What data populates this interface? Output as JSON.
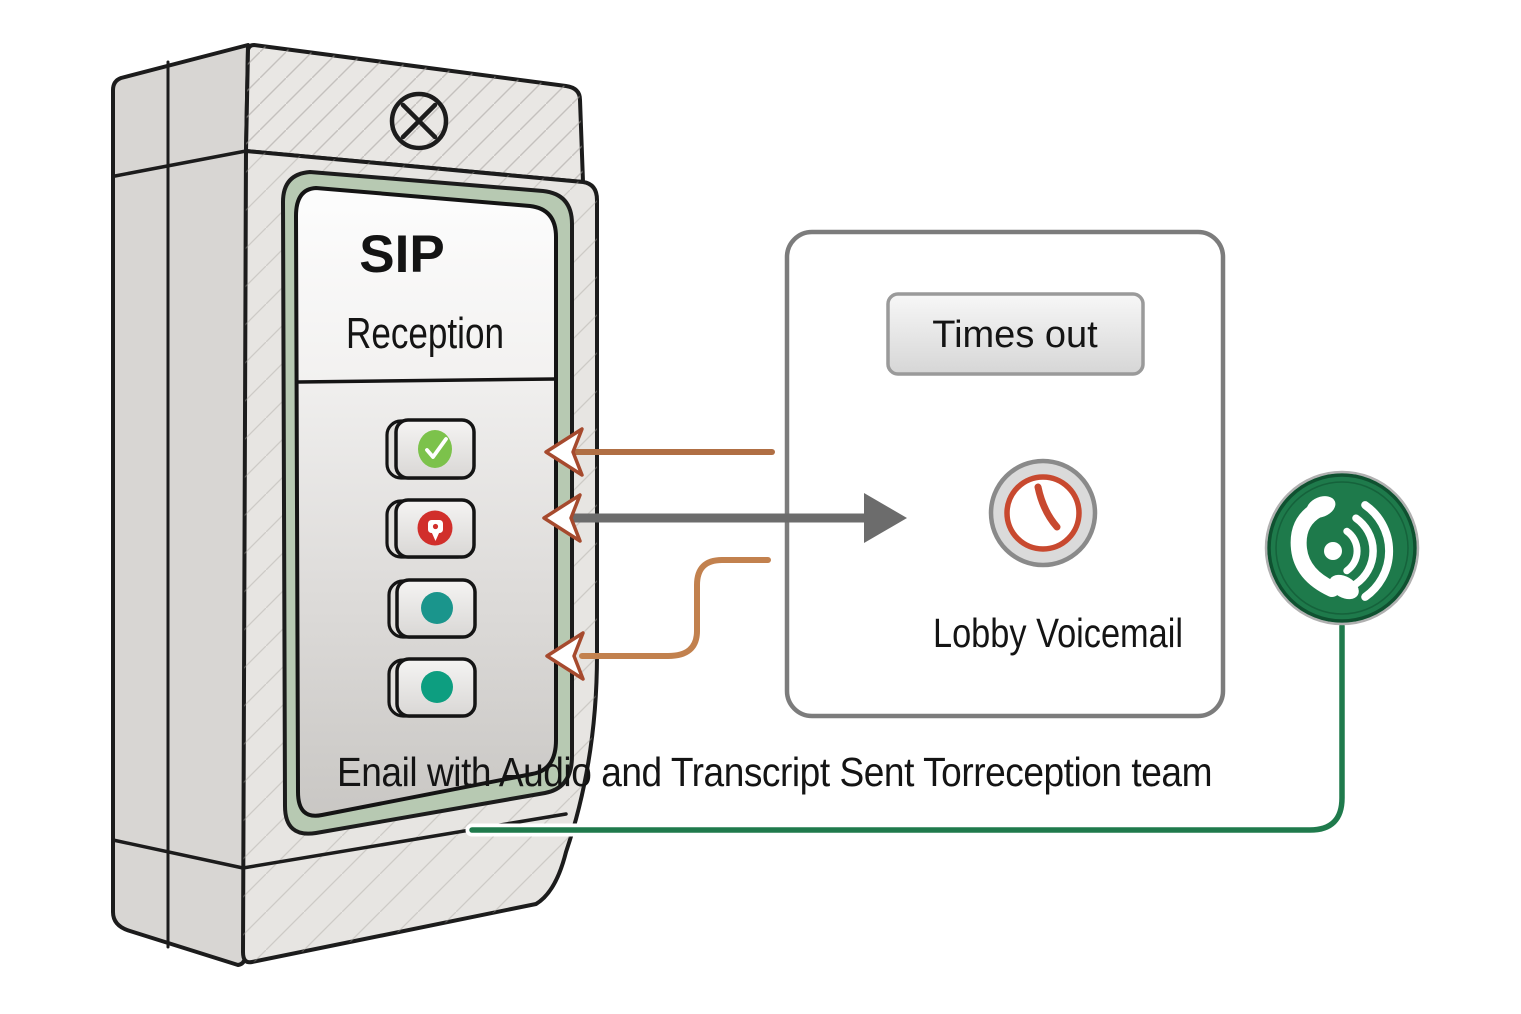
{
  "diagram_title": "SIP intercom call timeout flow",
  "device": {
    "top_icon": "cancel-circle-x-icon",
    "screen_title": "SIP",
    "screen_subtitle": "Reception",
    "buttons": [
      {
        "name": "answer-button",
        "icon": "check",
        "color": "#7cc24b"
      },
      {
        "name": "hangup-button",
        "icon": "handset-down",
        "color": "#d12f2b"
      },
      {
        "name": "option-button-3",
        "icon": "dot",
        "color": "#1a958c"
      },
      {
        "name": "option-button-4",
        "icon": "dot",
        "color": "#0d9e80"
      }
    ]
  },
  "timeout_box": {
    "badge_label": "Times out",
    "icon": "clock-icon",
    "destination_label": "Lobby Voicemail"
  },
  "phone_badge": {
    "icon": "phone-call-waves-icon",
    "color": "#1e7a4b"
  },
  "caption": "Enail with Audio and Transcript Sent Torreception team",
  "colors": {
    "frame_sage_green": "#b7c9b2",
    "arrow_orange": "#b06f44",
    "arrow_orange_light": "#c2814e",
    "arrow_gray": "#6c6c6c",
    "arrowhead_outline_red": "#a64a2e",
    "clock_red": "#c8492f",
    "connector_green": "#1f7a4c"
  }
}
